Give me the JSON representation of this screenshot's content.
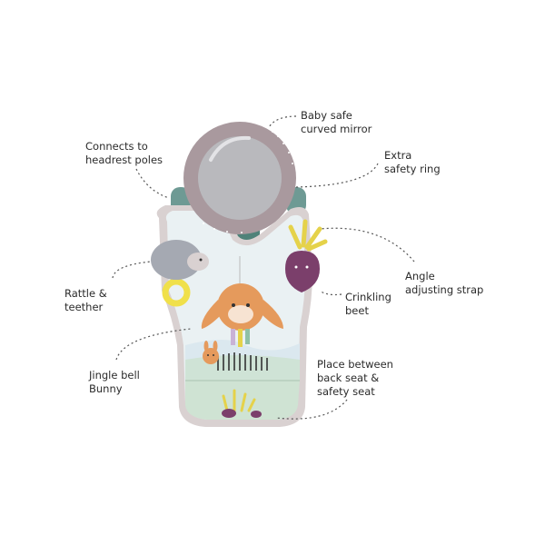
{
  "product": {
    "colors": {
      "mirror_ring": "#a9999e",
      "mirror_glass": "#b9b9bd",
      "strap_teal": "#6e9a94",
      "panel_border": "#d9d1d1",
      "panel_fill": "#eaf1f3",
      "sky": "#dbe8ef",
      "ground": "#cfe3d6",
      "pocket": "#cfe3d3",
      "beet": "#7b3f6b",
      "leaf": "#e5d24a",
      "bunny": "#e59a5c",
      "hedgehog": "#a5a9b2",
      "teether": "#f0e04a",
      "callout_line": "#555555"
    }
  },
  "callouts": [
    {
      "id": "mirror",
      "lines": [
        "Baby safe",
        "curved mirror"
      ]
    },
    {
      "id": "headrest",
      "lines": [
        "Connects to",
        "headrest poles"
      ]
    },
    {
      "id": "ring",
      "lines": [
        "Extra",
        "safety ring"
      ]
    },
    {
      "id": "rattle",
      "lines": [
        "Rattle &",
        "teether"
      ]
    },
    {
      "id": "strap",
      "lines": [
        "Angle",
        "adjusting strap"
      ]
    },
    {
      "id": "beet",
      "lines": [
        "Crinkling",
        "beet"
      ]
    },
    {
      "id": "bunny",
      "lines": [
        "Jingle bell",
        "Bunny"
      ]
    },
    {
      "id": "place",
      "lines": [
        "Place between",
        "back seat &",
        "safety seat"
      ]
    }
  ]
}
